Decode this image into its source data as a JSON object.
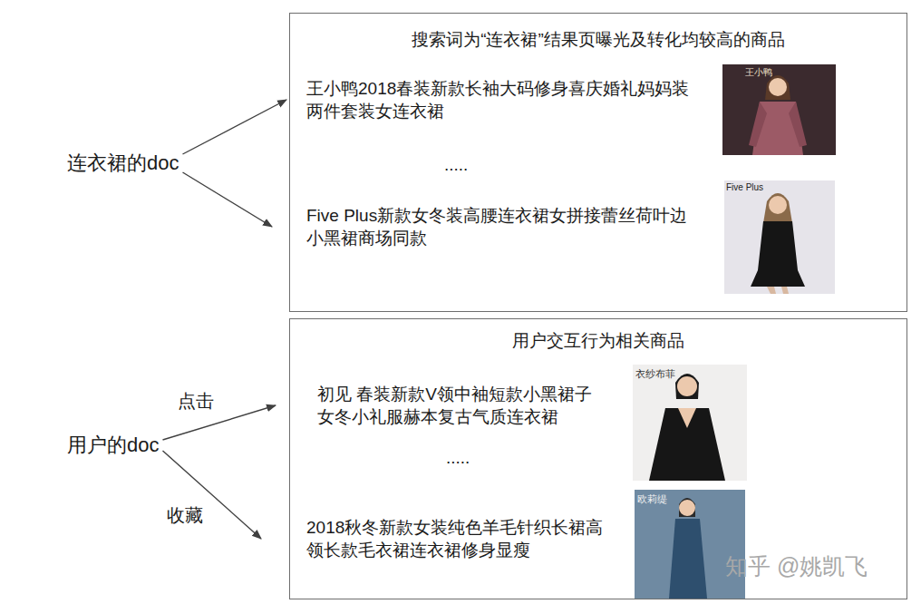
{
  "diagram": {
    "nodes": [
      {
        "text": [
          "连衣裙的doc"
        ]
      },
      {
        "text": [
          "搜索词为“连衣裙”结果页曝光及转化均较高的商品",
          "....."
        ]
      },
      {
        "text": [
          "王小鸭2018春装新款长袖大码修身喜庆婚礼妈妈装两件套装女连衣裙"
        ],
        "in": 1
      },
      {
        "text": [
          "Five Plus新款女冬装高腰连衣裙女拼接蕾丝荷叶边小黑裙商场同款"
        ],
        "in": 1
      },
      {
        "text": [
          "用户的doc"
        ]
      },
      {
        "text": [
          "用户交互行为相关商品",
          "....."
        ]
      },
      {
        "text": [
          "初见 春装新款V领中袖短款小黑裙子女冬小礼服赫本复古气质连衣裙"
        ],
        "in": 5
      },
      {
        "text": [
          "2018秋冬新款女装纯色羊毛针织长裙高领长款毛衣裙连衣裙修身显瘦"
        ],
        "in": 5
      }
    ],
    "edges": [
      {
        "from": 0,
        "to": 2,
        "arrow": "to"
      },
      {
        "from": 0,
        "to": 3,
        "arrow": "to"
      },
      {
        "from": 4,
        "to": 6,
        "label": "点击",
        "arrow": "to"
      },
      {
        "from": 4,
        "to": 7,
        "label": "收藏",
        "arrow": "to"
      }
    ],
    "labels": [
      "王小鸭",
      "Five Plus",
      "衣纱布菲",
      "欧莉缇",
      "知乎 @姚凯飞"
    ]
  }
}
